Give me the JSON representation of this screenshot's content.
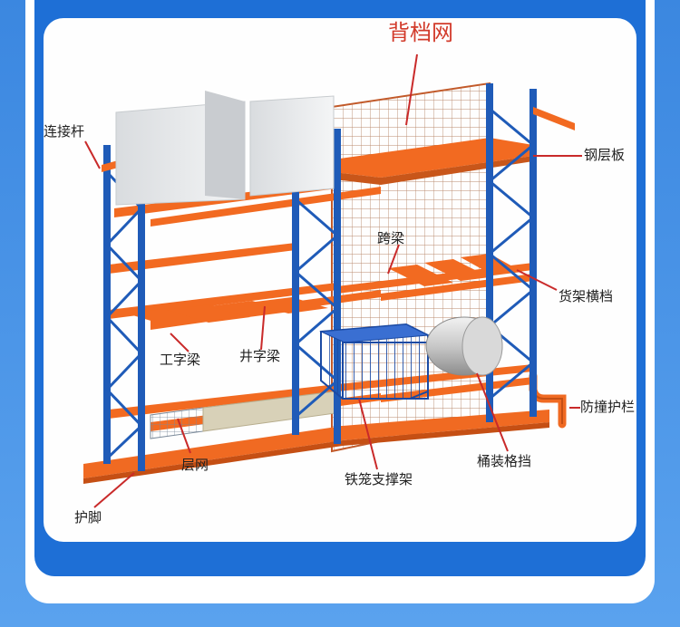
{
  "labels": {
    "back_mesh": "背档网",
    "connector": "连接杆",
    "steel_deck": "钢层板",
    "span_beam": "跨梁",
    "rack_crossbar": "货架横档",
    "i_beam": "工字梁",
    "well_beam": "井字梁",
    "wire_deck": "层网",
    "cage_support": "铁笼支撑架",
    "barrel_stop": "桶装格挡",
    "column_guard": "防撞护栏",
    "foot_guard": "护脚"
  },
  "colors": {
    "upright_blue": "#1f5bb8",
    "beam_orange": "#f26a21",
    "leader_red": "#c92a2a",
    "mesh": "#b77a5a",
    "box_gray": "#e4e7ea",
    "cage_blue": "#2d63c8"
  }
}
